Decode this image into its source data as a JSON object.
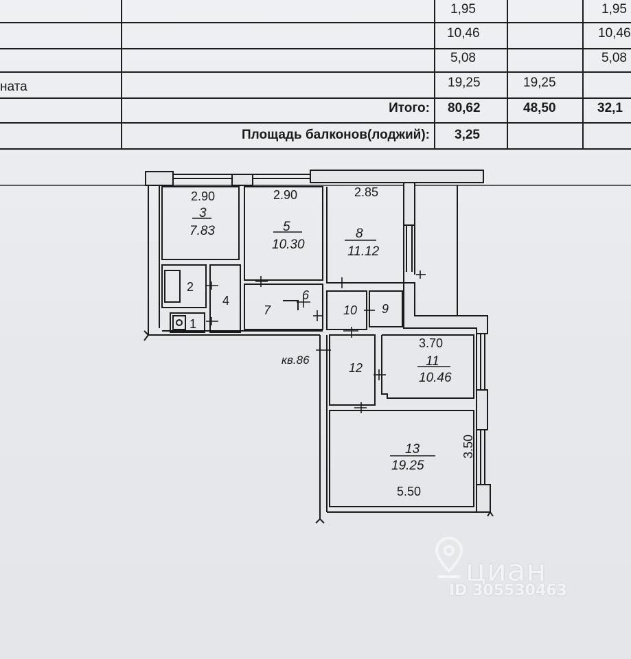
{
  "table": {
    "rows": [
      {
        "label": "",
        "total": "1,95",
        "living": "",
        "aux": "1,95"
      },
      {
        "label": "",
        "total": "10,46",
        "living": "",
        "aux": "10,46"
      },
      {
        "label": "",
        "total": "5,08",
        "living": "",
        "aux": "5,08"
      },
      {
        "label": "ната",
        "total": "19,25",
        "living": "19,25",
        "aux": ""
      }
    ],
    "totals_label": "Итого:",
    "totals": {
      "total": "80,62",
      "living": "48,50",
      "aux": "32,1"
    },
    "balcony_label": "Площадь балконов(лоджий):",
    "balcony_value": "3,25"
  },
  "plan": {
    "apartment_label": "кв.86",
    "rooms": [
      {
        "num": "3",
        "area": "7.83",
        "width": "2.90"
      },
      {
        "num": "5",
        "area": "10.30",
        "width": "2.90"
      },
      {
        "num": "8",
        "area": "11.12",
        "width": "2.85"
      },
      {
        "num": "11",
        "area": "10.46",
        "width": "3.70"
      },
      {
        "num": "13",
        "area": "19.25",
        "width": "5.50",
        "height": "3.50"
      }
    ],
    "small_rooms": [
      "1",
      "2",
      "4",
      "6",
      "7",
      "9",
      "10",
      "12"
    ]
  },
  "watermark": {
    "brand": "циан",
    "id": "ID 305530463"
  }
}
